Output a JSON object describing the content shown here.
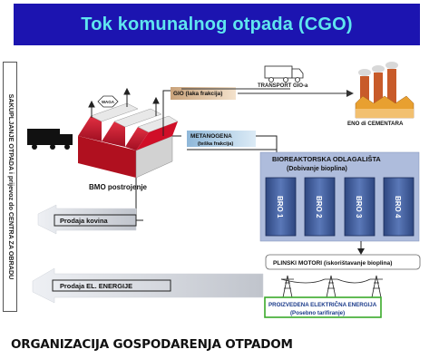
{
  "title": "Tok komunalnog otpada (CGO)",
  "left_vertical_label": "SAKUPLJANJE OTPADA i prijevoz do CENTRA ZA OBRADU",
  "bmo_label": "BMO postrojenje",
  "waga_label": "WAGA",
  "gio_label": "GIO (laka frakcija)",
  "transport_label": "TRANSPORT GIO-a",
  "cement_label": "ENO di CEMENTARA",
  "metanogena_label": "METANOGENA",
  "metanogena_sub": "(teška frakcija)",
  "bioreactor_title": "BIOREAKTORSKA ODLAGALIŠTA",
  "bioreactor_sub": "(Dobivanje bioplina)",
  "bro_units": [
    "BRO 1",
    "BRO 2",
    "BRO 3",
    "BRO 4"
  ],
  "prodaja_kovina": "Prodaja kovina",
  "plinski_motori": "PLINSKI MOTORI (iskorištavanje bioplina)",
  "prodaja_energije": "Prodaja EL. ENERGIJE",
  "energija_line1": "PROIZVEDENA ELEKTRIČNA ENERGIJA",
  "energija_line2": "(Posebno tarifiranje)",
  "bottom_heading": "ORGANIZACIJA GOSPODARENJA OTPADOM",
  "colors": {
    "title_bg": "#1c14b0",
    "title_text": "#5fe6ef",
    "factory_red": "#c0142a",
    "bioreactor_bg": "#aebcdc",
    "bro_fill": "#3c5898",
    "energy_box": "#3aaa2a"
  }
}
